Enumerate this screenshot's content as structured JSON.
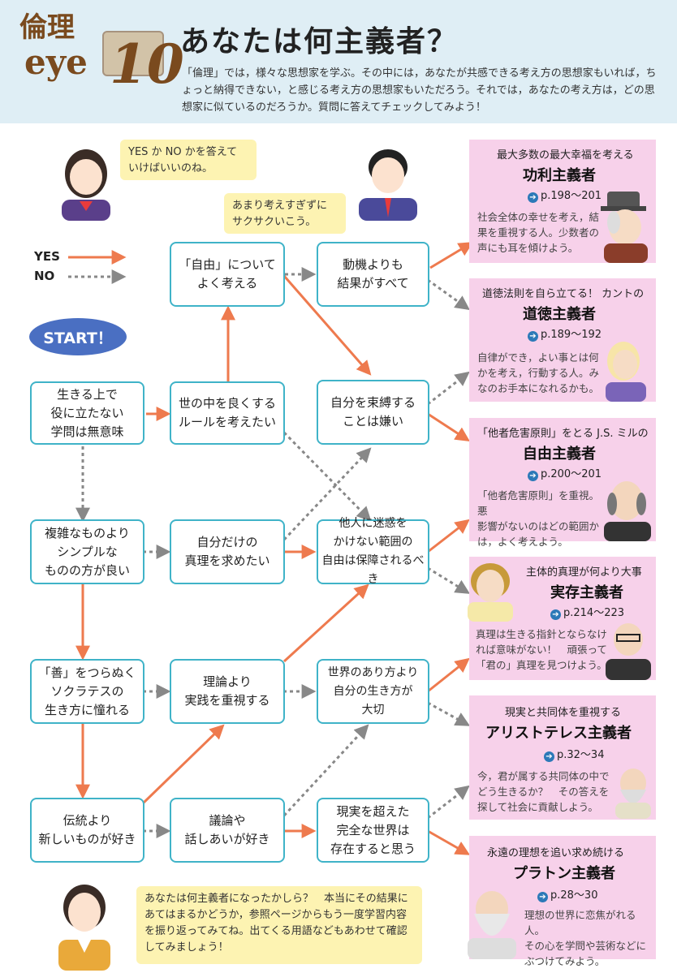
{
  "header": {
    "logo_main": "倫理",
    "logo_eye": "eye",
    "logo_number": "10",
    "title": "あなたは何主義者？",
    "intro": "「倫理」では，様々な思想家を学ぶ。その中には，あなたが共感できる考え方の思想家もいれば，ちょっと納得できない，と感じる考え方の思想家もいただろう。それでは，あなたの考え方は，どの思想家に似ているのだろうか。質問に答えてチェックしてみよう！"
  },
  "bubbles": {
    "girl": "YES か NO かを答えて\nいけばいいのね。",
    "boy": "あまり考えすぎずに\nサクサクいこう。",
    "teacher": "あなたは何主義者になったかしら？　本当にその結果にあてはまるかどうか，参照ページからもう一度学習内容を振り返ってみてね。出てくる用語などもあわせて確認してみましょう！"
  },
  "legend": {
    "yes": "YES",
    "no": "NO"
  },
  "start_label": "START！",
  "questions": {
    "q_life": "生きる上で\n役に立たない\n学問は無意味",
    "q_simple": "複雑なものより\nシンプルな\nものの方が良い",
    "q_socrates": "「善」をつらぬく\nソクラテスの\n生き方に憧れる",
    "q_new": "伝統より\n新しいものが好き",
    "q_freedom": "「自由」について\nよく考える",
    "q_rules": "世の中を良くする\nルールを考えたい",
    "q_truth": "自分だけの\n真理を求めたい",
    "q_practice": "理論より\n実践を重視する",
    "q_debate": "議論や\n話しあいが好き",
    "q_motive": "動機よりも\n結果がすべて",
    "q_bound": "自分を束縛する\nことは嫌い",
    "q_harm": "他人に迷惑を\nかけない範囲の\n自由は保障されるべき",
    "q_world": "世界のあり方より\n自分の生き方が\n大切",
    "q_ideal": "現実を超えた\n完全な世界は\n存在すると思う"
  },
  "results": [
    {
      "lead": "最大多数の最大幸福を考える",
      "name": "功利主義者",
      "page": "p.198〜201",
      "desc": "社会全体の幸せを考え，結\n果を重視する人。少数者の\n声にも耳を傾けよう。"
    },
    {
      "lead": "道徳法則を自ら立てる！ カントの",
      "name": "道徳主義者",
      "page": "p.189〜192",
      "desc": "自律ができ，よい事とは何\nかを考え，行動する人。み\nなのお手本になれるかも。"
    },
    {
      "lead": "「他者危害原則」をとる J.S. ミルの",
      "name": "自由主義者",
      "page": "p.200〜201",
      "desc": "「他者危害原則」を重視。悪\n影響がないのはどの範囲か\nは，よく考えよう。"
    },
    {
      "lead": "主体的真理が何より大事",
      "name": "実存主義者",
      "page": "p.214〜223",
      "desc": "真理は生きる指針とならなけ\nれば意味がない！　頑張って\n「君の」真理を見つけよう。"
    },
    {
      "lead": "現実と共同体を重視する",
      "name": "アリストテレス主義者",
      "page": "p.32〜34",
      "desc": "今，君が属する共同体の中で\nどう生きるか？　その答えを\n探して社会に貢献しよう。"
    },
    {
      "lead": "永遠の理想を追い求め続ける",
      "name": "プラトン主義者",
      "page": "p.28〜30",
      "desc": "理想の世界に恋焦がれる人。\nその心を学問や芸術などに\nぶつけてみよう。"
    }
  ],
  "colors": {
    "yes": "#ee7a4e",
    "no": "#888888",
    "box_border": "#3fb3c8",
    "result_bg": "#f7d1ea",
    "header_bg": "#dfeef5",
    "bubble_bg": "#fdf3b2"
  }
}
